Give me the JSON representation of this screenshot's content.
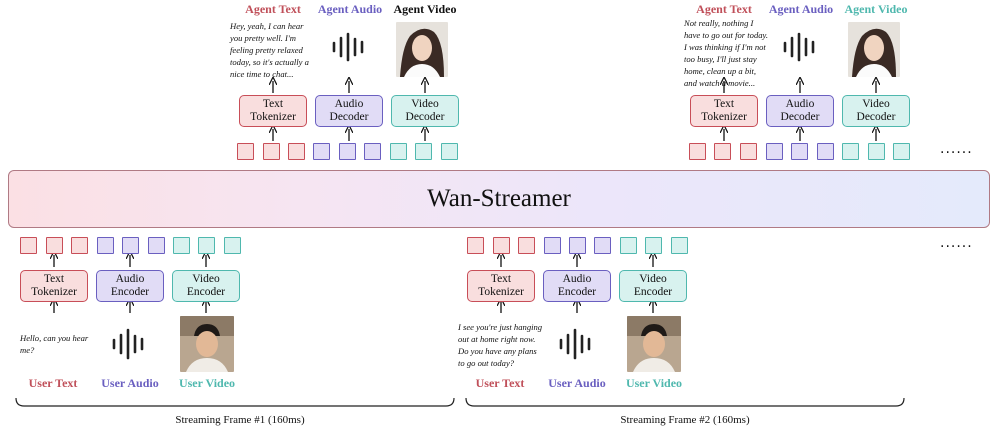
{
  "streamer": {
    "title": "Wan-Streamer"
  },
  "ellipsis": "......",
  "top_groups": [
    {
      "labels": {
        "text": "Agent Text",
        "audio": "Agent Audio",
        "video": "Agent Video"
      },
      "quote": [
        "Hey, yeah, I can hear",
        "you pretty well. I'm",
        "feeling pretty relaxed",
        "today, so it's actually a",
        "nice time to chat..."
      ],
      "modules": {
        "text": [
          "Text",
          "Tokenizer"
        ],
        "audio": [
          "Audio",
          "Decoder"
        ],
        "video": [
          "Video",
          "Decoder"
        ]
      }
    },
    {
      "labels": {
        "text": "Agent Text",
        "audio": "Agent Audio",
        "video": "Agent Video"
      },
      "quote": [
        "Not really, nothing I",
        "have to go out for today.",
        "I was thinking if I'm not",
        "too busy, I'll just stay",
        "home, clean up a bit,",
        "and watch a movie..."
      ],
      "modules": {
        "text": [
          "Text",
          "Tokenizer"
        ],
        "audio": [
          "Audio",
          "Decoder"
        ],
        "video": [
          "Video",
          "Decoder"
        ]
      }
    }
  ],
  "bottom_groups": [
    {
      "labels": {
        "text": "User Text",
        "audio": "User Audio",
        "video": "User Video"
      },
      "quote": [
        "Hello, can you hear",
        "me?"
      ],
      "modules": {
        "text": [
          "Text",
          "Tokenizer"
        ],
        "audio": [
          "Audio",
          "Encoder"
        ],
        "video": [
          "Video",
          "Encoder"
        ]
      },
      "frame_label": "Streaming Frame #1 (160ms)"
    },
    {
      "labels": {
        "text": "User Text",
        "audio": "User Audio",
        "video": "User Video"
      },
      "quote": [
        "I see you're just hanging",
        "out at home right now.",
        "Do you have any plans",
        "to go out today?"
      ],
      "modules": {
        "text": [
          "Text",
          "Tokenizer"
        ],
        "audio": [
          "Audio",
          "Encoder"
        ],
        "video": [
          "Video",
          "Encoder"
        ]
      },
      "frame_label": "Streaming Frame #2 (160ms)"
    }
  ],
  "colors": {
    "text": "#c84e58",
    "audio": "#6a5fc0",
    "video": "#4fb8ae"
  }
}
